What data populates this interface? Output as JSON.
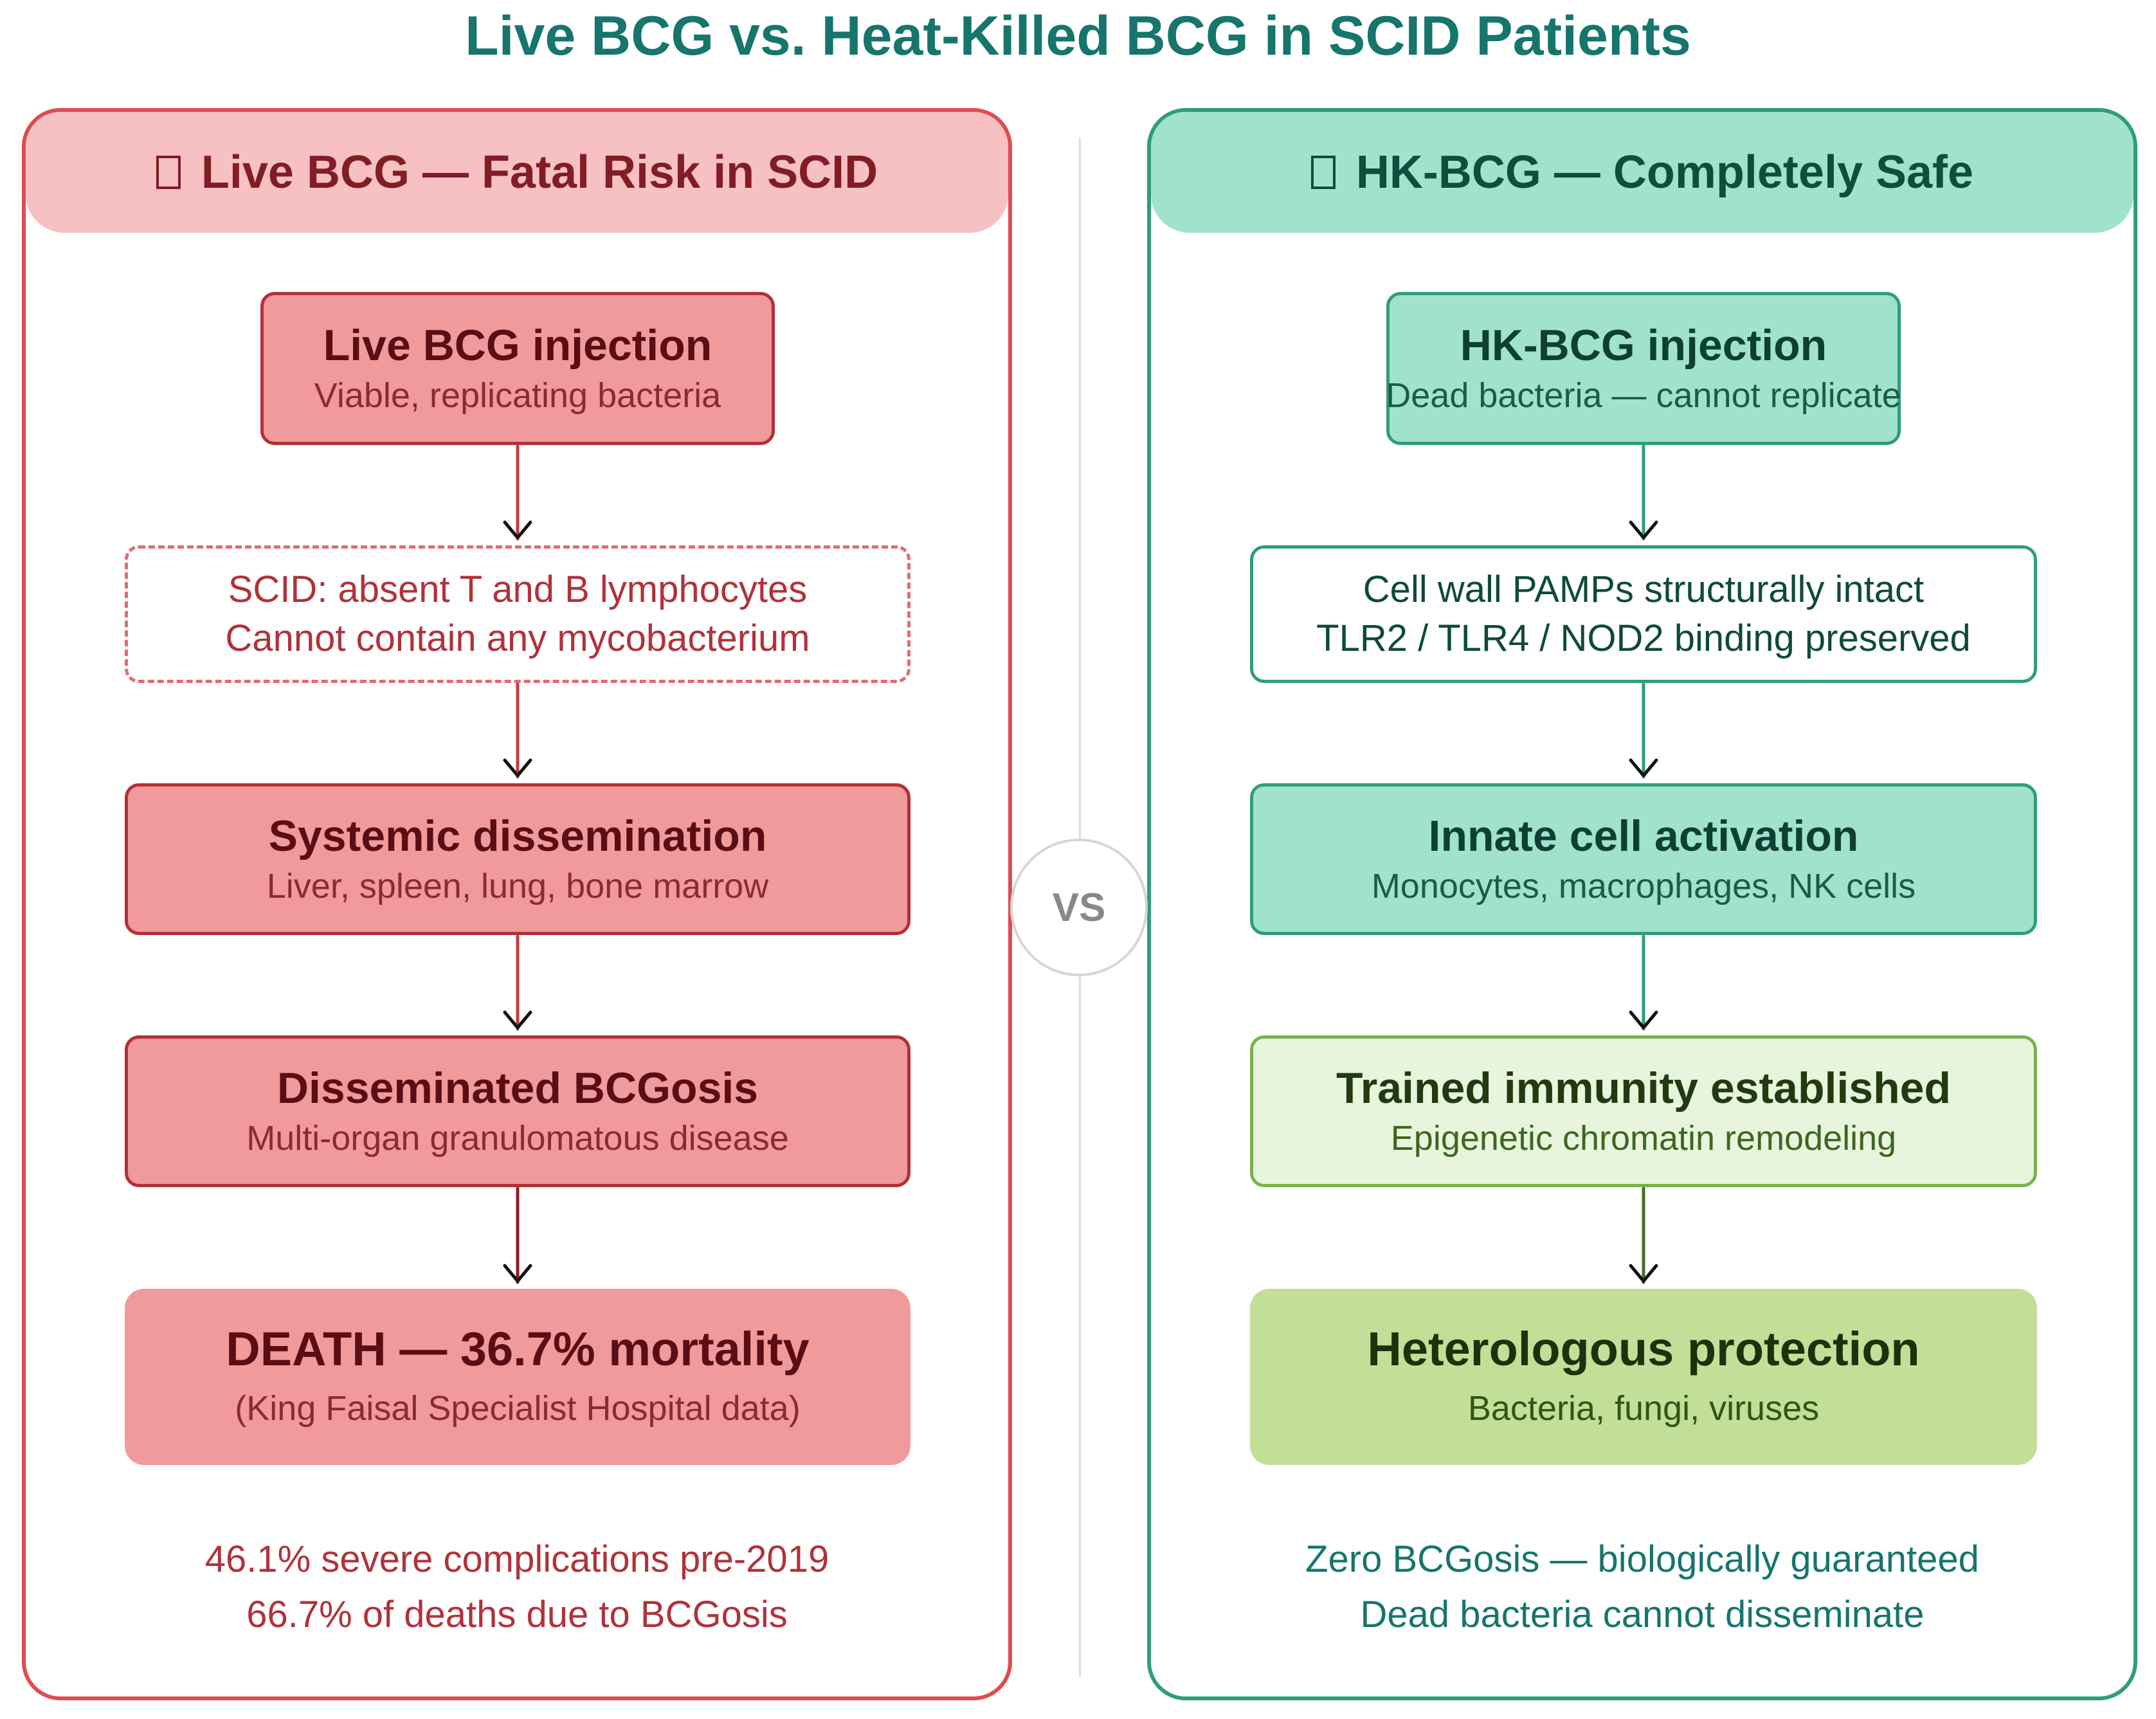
{
  "title": "Live BCG vs. Heat-Killed BCG in SCID Patients",
  "left": {
    "header": "Live BCG — Fatal Risk in SCID",
    "boxes": [
      {
        "title": "Live BCG injection",
        "subtitle": "Viable, replicating bacteria"
      },
      {
        "line1": "SCID: absent T and B lymphocytes",
        "line2": "Cannot contain any mycobacterium"
      },
      {
        "title": "Systemic dissemination",
        "subtitle": "Liver, spleen, lung, bone marrow"
      },
      {
        "title": "Disseminated BCGosis",
        "subtitle": "Multi-organ granulomatous disease"
      },
      {
        "title": "DEATH — 36.7% mortality",
        "subtitle": "(King Faisal Specialist Hospital data)"
      }
    ],
    "footer": [
      "46.1% severe complications pre-2019",
      "66.7% of deaths due to BCGosis"
    ]
  },
  "right": {
    "header": "HK-BCG — Completely Safe",
    "boxes": [
      {
        "title": "HK-BCG injection",
        "subtitle": "Dead bacteria — cannot replicate"
      },
      {
        "line1": "Cell wall PAMPs structurally intact",
        "line2": "TLR2 / TLR4 / NOD2 binding preserved"
      },
      {
        "title": "Innate cell activation",
        "subtitle": "Monocytes, macrophages, NK cells"
      },
      {
        "title": "Trained immunity established",
        "subtitle": "Epigenetic chromatin remodeling"
      },
      {
        "title": "Heterologous protection",
        "subtitle": "Bacteria, fungi, viruses"
      }
    ],
    "footer": [
      "Zero BCGosis — biologically guaranteed",
      "Dead bacteria cannot disseminate"
    ]
  },
  "vs_label": "VS",
  "colors": {
    "title": "#16756d",
    "danger_border": "#df4c51",
    "danger_fill": "#f09a9b",
    "safe_border": "#2e9e78",
    "safe_fill": "#a1e2cc",
    "trained_fill": "#e8f5dd",
    "protection_fill": "#c2df98"
  },
  "icons": {
    "left_header": "box-glyph-icon",
    "right_header": "box-glyph-icon"
  }
}
